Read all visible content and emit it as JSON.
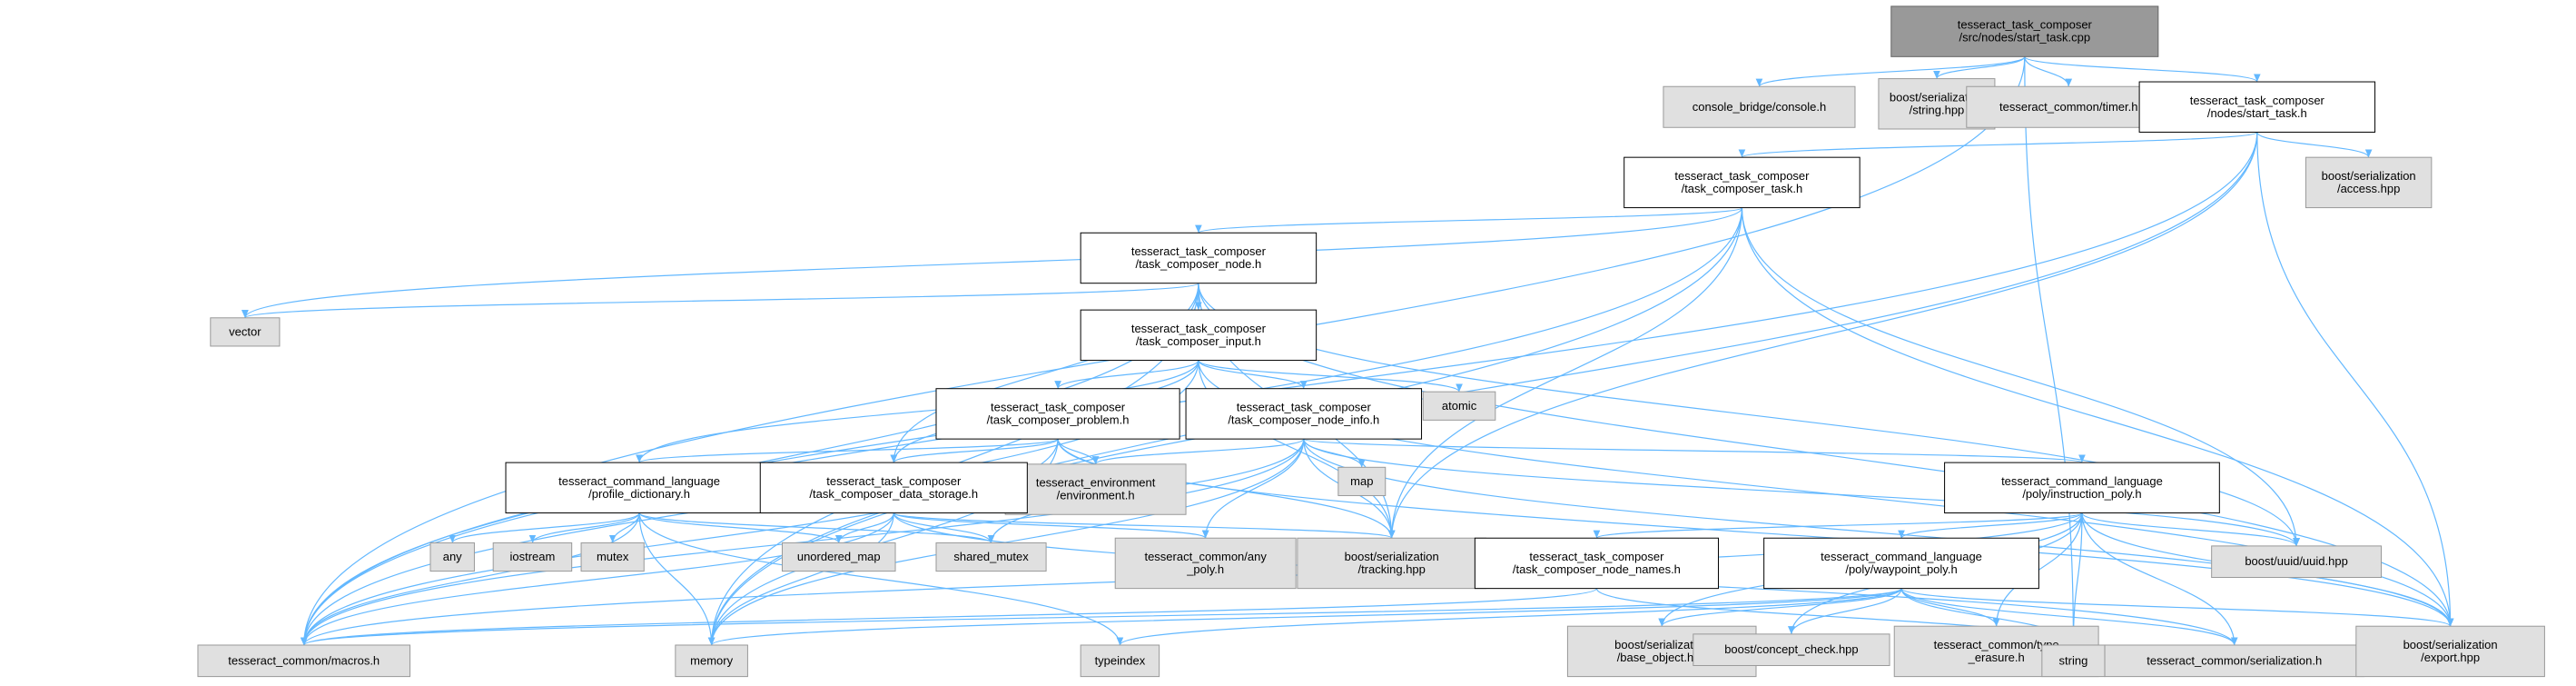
{
  "colors": {
    "edge": "#63b8ff",
    "root_fill": "#999999",
    "root_stroke": "#666666",
    "header_fill": "#ffffff",
    "header_stroke": "#000000",
    "system_fill": "#e0e0e0",
    "system_stroke": "#999999"
  },
  "nodes": {
    "start_task_cpp": {
      "lines": [
        "tesseract_task_composer",
        "/src/nodes/start_task.cpp"
      ],
      "kind": "root"
    },
    "console_bridge": {
      "lines": [
        "console_bridge/console.h"
      ],
      "kind": "system"
    },
    "boost_ser_string": {
      "lines": [
        "boost/serialization",
        "/string.hpp"
      ],
      "kind": "system"
    },
    "timer_h": {
      "lines": [
        "tesseract_common/timer.h"
      ],
      "kind": "system"
    },
    "start_task_h": {
      "lines": [
        "tesseract_task_composer",
        "/nodes/start_task.h"
      ],
      "kind": "header"
    },
    "task_composer_task": {
      "lines": [
        "tesseract_task_composer",
        "/task_composer_task.h"
      ],
      "kind": "header"
    },
    "access_hpp": {
      "lines": [
        "boost/serialization",
        "/access.hpp"
      ],
      "kind": "system"
    },
    "task_composer_node": {
      "lines": [
        "tesseract_task_composer",
        "/task_composer_node.h"
      ],
      "kind": "header"
    },
    "vector": {
      "lines": [
        "vector"
      ],
      "kind": "system"
    },
    "task_composer_input": {
      "lines": [
        "tesseract_task_composer",
        "/task_composer_input.h"
      ],
      "kind": "header"
    },
    "atomic": {
      "lines": [
        "atomic"
      ],
      "kind": "system"
    },
    "task_composer_problem": {
      "lines": [
        "tesseract_task_composer",
        "/task_composer_problem.h"
      ],
      "kind": "header"
    },
    "task_composer_node_info": {
      "lines": [
        "tesseract_task_composer",
        "/task_composer_node_info.h"
      ],
      "kind": "header"
    },
    "map": {
      "lines": [
        "map"
      ],
      "kind": "system"
    },
    "environment_h": {
      "lines": [
        "tesseract_environment",
        "/environment.h"
      ],
      "kind": "system"
    },
    "profile_dictionary": {
      "lines": [
        "tesseract_command_language",
        "/profile_dictionary.h"
      ],
      "kind": "header"
    },
    "task_composer_data_storage": {
      "lines": [
        "tesseract_task_composer",
        "/task_composer_data_storage.h"
      ],
      "kind": "header"
    },
    "instruction_poly": {
      "lines": [
        "tesseract_command_language",
        "/poly/instruction_poly.h"
      ],
      "kind": "header"
    },
    "any": {
      "lines": [
        "any"
      ],
      "kind": "system"
    },
    "iostream": {
      "lines": [
        "iostream"
      ],
      "kind": "system"
    },
    "mutex": {
      "lines": [
        "mutex"
      ],
      "kind": "system"
    },
    "unordered_map": {
      "lines": [
        "unordered_map"
      ],
      "kind": "system"
    },
    "shared_mutex": {
      "lines": [
        "shared_mutex"
      ],
      "kind": "system"
    },
    "any_poly": {
      "lines": [
        "tesseract_common/any",
        "_poly.h"
      ],
      "kind": "system"
    },
    "tracking_hpp": {
      "lines": [
        "boost/serialization",
        "/tracking.hpp"
      ],
      "kind": "system"
    },
    "node_names": {
      "lines": [
        "tesseract_task_composer",
        "/task_composer_node_names.h"
      ],
      "kind": "header"
    },
    "waypoint_poly": {
      "lines": [
        "tesseract_command_language",
        "/poly/waypoint_poly.h"
      ],
      "kind": "header"
    },
    "uuid_hpp": {
      "lines": [
        "boost/uuid/uuid.hpp"
      ],
      "kind": "system"
    },
    "macros_h": {
      "lines": [
        "tesseract_common/macros.h"
      ],
      "kind": "system"
    },
    "memory": {
      "lines": [
        "memory"
      ],
      "kind": "system"
    },
    "typeindex": {
      "lines": [
        "typeindex"
      ],
      "kind": "system"
    },
    "base_object": {
      "lines": [
        "boost/serialization",
        "/base_object.hpp"
      ],
      "kind": "system"
    },
    "concept_check": {
      "lines": [
        "boost/concept_check.hpp"
      ],
      "kind": "system"
    },
    "type_erasure": {
      "lines": [
        "tesseract_common/type",
        "_erasure.h"
      ],
      "kind": "system"
    },
    "string": {
      "lines": [
        "string"
      ],
      "kind": "system"
    },
    "common_serialization": {
      "lines": [
        "tesseract_common/serialization.h"
      ],
      "kind": "system"
    },
    "export_hpp": {
      "lines": [
        "boost/serialization",
        "/export.hpp"
      ],
      "kind": "system"
    }
  },
  "edges": [
    [
      "start_task_cpp",
      "console_bridge"
    ],
    [
      "start_task_cpp",
      "boost_ser_string"
    ],
    [
      "start_task_cpp",
      "timer_h"
    ],
    [
      "start_task_cpp",
      "start_task_h"
    ],
    [
      "start_task_cpp",
      "macros_h"
    ],
    [
      "start_task_cpp",
      "string"
    ],
    [
      "start_task_h",
      "task_composer_task"
    ],
    [
      "start_task_h",
      "access_hpp"
    ],
    [
      "start_task_h",
      "export_hpp"
    ],
    [
      "start_task_h",
      "macros_h"
    ],
    [
      "start_task_h",
      "tracking_hpp"
    ],
    [
      "start_task_h",
      "memory"
    ],
    [
      "task_composer_task",
      "task_composer_node"
    ],
    [
      "task_composer_task",
      "macros_h"
    ],
    [
      "task_composer_task",
      "vector"
    ],
    [
      "task_composer_task",
      "tracking_hpp"
    ],
    [
      "task_composer_task",
      "export_hpp"
    ],
    [
      "task_composer_task",
      "uuid_hpp"
    ],
    [
      "task_composer_task",
      "memory"
    ],
    [
      "task_composer_node",
      "vector"
    ],
    [
      "task_composer_node",
      "task_composer_input"
    ],
    [
      "task_composer_node",
      "task_composer_data_storage"
    ],
    [
      "task_composer_node",
      "macros_h"
    ],
    [
      "task_composer_node",
      "tracking_hpp"
    ],
    [
      "task_composer_node",
      "export_hpp"
    ],
    [
      "task_composer_node",
      "uuid_hpp"
    ],
    [
      "task_composer_node",
      "memory"
    ],
    [
      "task_composer_input",
      "task_composer_problem"
    ],
    [
      "task_composer_input",
      "task_composer_node_info"
    ],
    [
      "task_composer_input",
      "atomic"
    ],
    [
      "task_composer_input",
      "profile_dictionary"
    ],
    [
      "task_composer_input",
      "task_composer_data_storage"
    ],
    [
      "task_composer_input",
      "macros_h"
    ],
    [
      "task_composer_input",
      "tracking_hpp"
    ],
    [
      "task_composer_input",
      "export_hpp"
    ],
    [
      "task_composer_problem",
      "profile_dictionary"
    ],
    [
      "task_composer_problem",
      "task_composer_data_storage"
    ],
    [
      "task_composer_problem",
      "environment_h"
    ],
    [
      "task_composer_problem",
      "macros_h"
    ],
    [
      "task_composer_problem",
      "memory"
    ],
    [
      "task_composer_problem",
      "export_hpp"
    ],
    [
      "task_composer_problem",
      "tracking_hpp"
    ],
    [
      "task_composer_node_info",
      "map"
    ],
    [
      "task_composer_node_info",
      "environment_h"
    ],
    [
      "task_composer_node_info",
      "instruction_poly"
    ],
    [
      "task_composer_node_info",
      "tracking_hpp"
    ],
    [
      "task_composer_node_info",
      "any_poly"
    ],
    [
      "task_composer_node_info",
      "shared_mutex"
    ],
    [
      "task_composer_node_info",
      "uuid_hpp"
    ],
    [
      "task_composer_node_info",
      "export_hpp"
    ],
    [
      "task_composer_node_info",
      "macros_h"
    ],
    [
      "task_composer_node_info",
      "memory"
    ],
    [
      "profile_dictionary",
      "any"
    ],
    [
      "profile_dictionary",
      "iostream"
    ],
    [
      "profile_dictionary",
      "mutex"
    ],
    [
      "profile_dictionary",
      "unordered_map"
    ],
    [
      "profile_dictionary",
      "shared_mutex"
    ],
    [
      "profile_dictionary",
      "macros_h"
    ],
    [
      "profile_dictionary",
      "memory"
    ],
    [
      "profile_dictionary",
      "typeindex"
    ],
    [
      "task_composer_data_storage",
      "unordered_map"
    ],
    [
      "task_composer_data_storage",
      "shared_mutex"
    ],
    [
      "task_composer_data_storage",
      "any_poly"
    ],
    [
      "task_composer_data_storage",
      "tracking_hpp"
    ],
    [
      "task_composer_data_storage",
      "macros_h"
    ],
    [
      "task_composer_data_storage",
      "memory"
    ],
    [
      "task_composer_data_storage",
      "common_serialization"
    ],
    [
      "instruction_poly",
      "node_names"
    ],
    [
      "instruction_poly",
      "waypoint_poly"
    ],
    [
      "instruction_poly",
      "uuid_hpp"
    ],
    [
      "instruction_poly",
      "string"
    ],
    [
      "instruction_poly",
      "type_erasure"
    ],
    [
      "instruction_poly",
      "common_serialization"
    ],
    [
      "instruction_poly",
      "export_hpp"
    ],
    [
      "instruction_poly",
      "base_object"
    ],
    [
      "instruction_poly",
      "concept_check"
    ],
    [
      "instruction_poly",
      "macros_h"
    ],
    [
      "node_names",
      "string"
    ],
    [
      "node_names",
      "macros_h"
    ],
    [
      "waypoint_poly",
      "base_object"
    ],
    [
      "waypoint_poly",
      "concept_check"
    ],
    [
      "waypoint_poly",
      "type_erasure"
    ],
    [
      "waypoint_poly",
      "string"
    ],
    [
      "waypoint_poly",
      "common_serialization"
    ],
    [
      "waypoint_poly",
      "export_hpp"
    ],
    [
      "waypoint_poly",
      "typeindex"
    ],
    [
      "waypoint_poly",
      "macros_h"
    ],
    [
      "waypoint_poly",
      "memory"
    ]
  ]
}
